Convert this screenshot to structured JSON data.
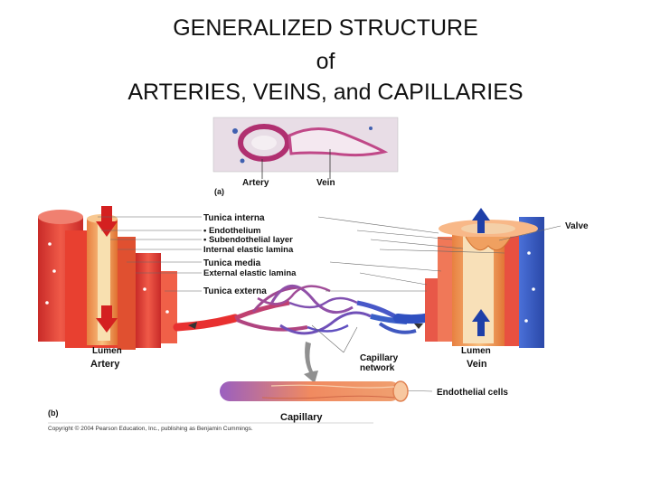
{
  "title": {
    "line1": "GENERALIZED STRUCTURE",
    "line2": "of",
    "line3": "ARTERIES, VEINS, and CAPILLARIES"
  },
  "micrograph": {
    "panel": "(a)",
    "artery": "Artery",
    "vein": "Vein"
  },
  "panel_b": "(b)",
  "layers": {
    "tunica_interna": "Tunica interna",
    "endothelium": "• Endothelium",
    "subendothelial": "• Subendothelial layer",
    "internal_elastic": "Internal elastic lamina",
    "tunica_media": "Tunica media",
    "external_elastic": "External elastic lamina",
    "tunica_externa": "Tunica externa"
  },
  "labels": {
    "valve": "Valve",
    "lumen_artery": "Lumen",
    "artery": "Artery",
    "lumen_vein": "Lumen",
    "vein": "Vein",
    "capillary_network_1": "Capillary",
    "capillary_network_2": "network",
    "endothelial_cells": "Endothelial cells",
    "capillary": "Capillary"
  },
  "copyright": "Copyright © 2004 Pearson Education, Inc., publishing as Benjamin Cummings.",
  "colors": {
    "artery_outer": "#e8403a",
    "artery_media": "#f0a060",
    "vein_blue": "#3a5fc8",
    "capillary_purple": "#8a4fa8",
    "arrow_red": "#d42020",
    "arrow_blue": "#1e3fa8"
  }
}
